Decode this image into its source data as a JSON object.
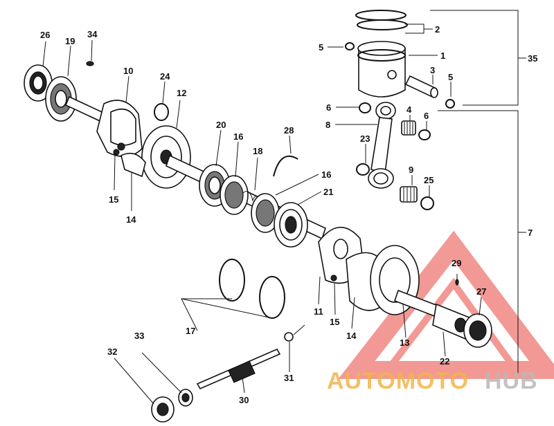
{
  "diagram": {
    "callouts": {
      "c1": "1",
      "c2": "2",
      "c3": "3",
      "c4": "4",
      "c5a": "5",
      "c5b": "5",
      "c6a": "6",
      "c6b": "6",
      "c7": "7",
      "c8": "8",
      "c9": "9",
      "c10": "10",
      "c11": "11",
      "c12": "12",
      "c13": "13",
      "c14a": "14",
      "c14b": "14",
      "c15a": "15",
      "c15b": "15",
      "c16a": "16",
      "c16b": "16",
      "c17": "17",
      "c18": "18",
      "c19": "19",
      "c20": "20",
      "c21": "21",
      "c22": "22",
      "c23": "23",
      "c24": "24",
      "c25": "25",
      "c26": "26",
      "c27": "27",
      "c28": "28",
      "c29": "29",
      "c30": "30",
      "c31": "31",
      "c32": "32",
      "c33": "33",
      "c34": "34",
      "c35": "35"
    }
  },
  "watermark": {
    "text_left": "AUTOMOTO",
    "text_right": "HUB",
    "color_left": "#f3b44a",
    "color_right": "#b8b8b8",
    "triangle_color": "#e8473f"
  }
}
